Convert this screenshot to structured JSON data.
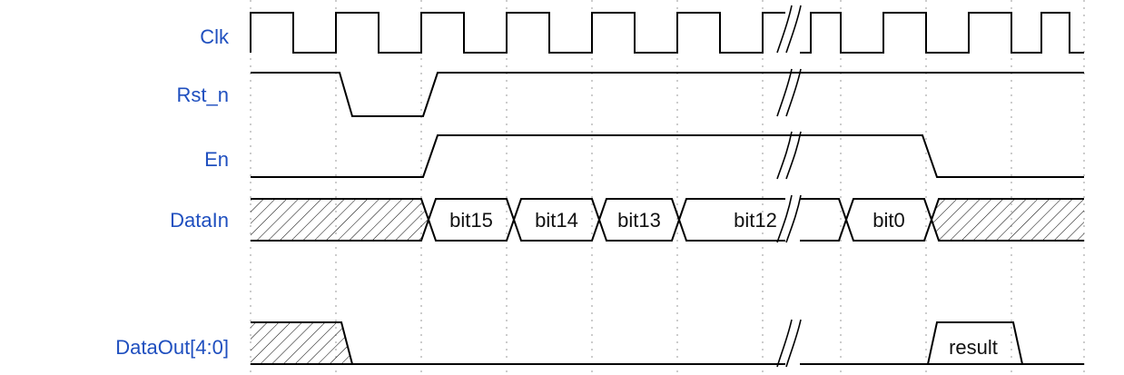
{
  "diagram": {
    "colors": {
      "label": "#1f4fbf",
      "trace": "#000000",
      "grid": "#9a9a9a"
    },
    "signals": [
      {
        "id": "clk",
        "label": "Clk"
      },
      {
        "id": "rst",
        "label": "Rst_n"
      },
      {
        "id": "en",
        "label": "En"
      },
      {
        "id": "datain",
        "label": "DataIn"
      },
      {
        "id": "dataout",
        "label": "DataOut[4:0]"
      }
    ],
    "datain_segments": [
      "bit15",
      "bit14",
      "bit13",
      "bit12",
      "bit0"
    ],
    "dataout_segment": "result"
  }
}
